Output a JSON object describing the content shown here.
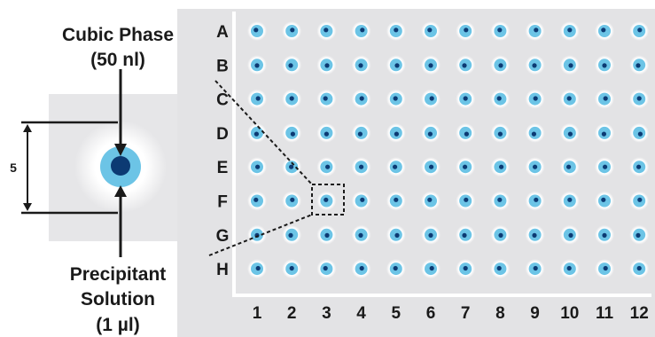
{
  "callout": {
    "top_label_line1": "Cubic Phase",
    "top_label_line2": "(50 nl)",
    "bottom_label_line1": "Precipitant",
    "bottom_label_line2": "Solution",
    "bottom_label_line3": "(1 µl)",
    "dimension_label": "5"
  },
  "plate": {
    "rows": [
      "A",
      "B",
      "C",
      "D",
      "E",
      "F",
      "G",
      "H"
    ],
    "columns": [
      "1",
      "2",
      "3",
      "4",
      "5",
      "6",
      "7",
      "8",
      "9",
      "10",
      "11",
      "12"
    ],
    "highlighted_well": {
      "row": "F",
      "column": "3"
    }
  },
  "colors": {
    "plate_bg": "#e3e3e5",
    "well_outer": "#6cc4e6",
    "well_core": "#0c3a73",
    "line": "#1a1a1a"
  }
}
